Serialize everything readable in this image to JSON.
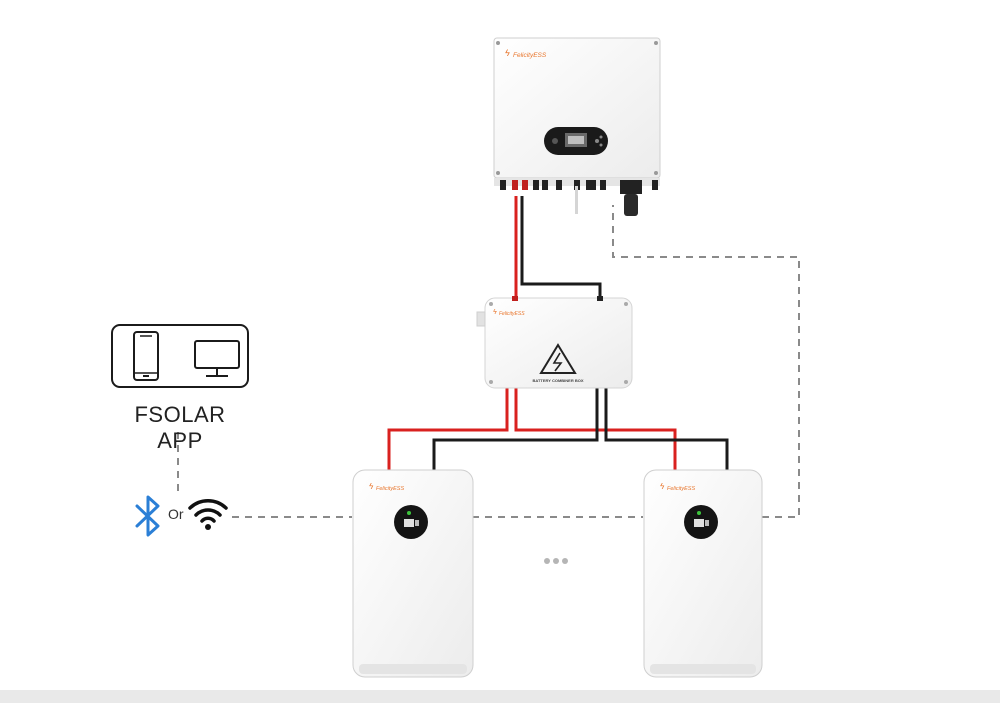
{
  "app": {
    "label": "FSOLAR APP",
    "connector_word": "Or"
  },
  "brand": {
    "logo_text": "FelicityESS",
    "accent_color": "#e8742a"
  },
  "combiner_box": {
    "label": "BATTERY COMBINER BOX"
  },
  "icons": {
    "phone": "phone-icon",
    "monitor": "monitor-icon",
    "bluetooth": "bluetooth-icon",
    "wifi": "wifi-icon",
    "warning": "high-voltage-warning-icon",
    "more": "ellipsis-icon"
  },
  "colors": {
    "positive_cable": "#d9211f",
    "negative_cable": "#1b1b1b",
    "comm_line": "#8a8a8a",
    "bluetooth": "#2b7fd6",
    "device_body": "#f4f4f4"
  }
}
